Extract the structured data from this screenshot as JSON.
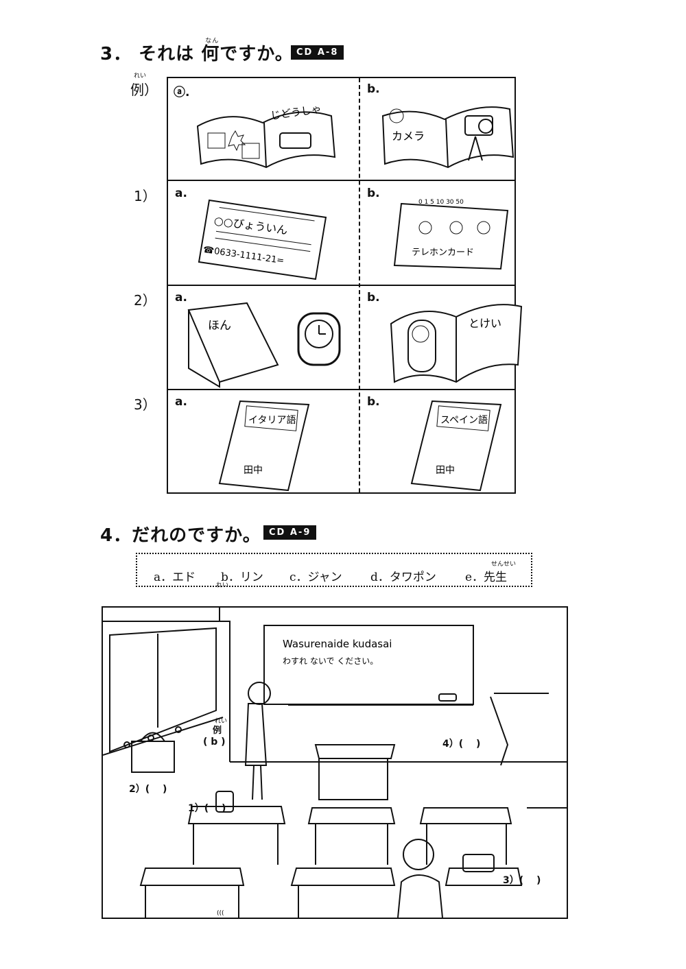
{
  "section3": {
    "number": "3．",
    "title_pre": "それは",
    "title_kanji": "何",
    "title_ruby": "なん",
    "title_post": "ですか。",
    "cd": "CD A-8",
    "rows": [
      {
        "label": "例）",
        "label_ruby": "れい",
        "a": "ⓐ.",
        "b": "b.",
        "a_text": "じどうしゃ",
        "b_text": "カメラ"
      },
      {
        "label": "1）",
        "a": "a.",
        "b": "b.",
        "a_text": "○○びょういん",
        "a_phone": "☎0633-1111-21=",
        "b_scale": "0 1 5 10 30 50",
        "b_text": "テレホンカード"
      },
      {
        "label": "2）",
        "a": "a.",
        "b": "b.",
        "a_text": "ほん",
        "b_text": "とけい"
      },
      {
        "label": "3）",
        "a": "a.",
        "b": "b.",
        "a_text": "イタリア語",
        "a_name": "田中",
        "b_text": "スペイン語",
        "b_name": "田中"
      }
    ]
  },
  "section4": {
    "number": "4．",
    "title": "だれのですか。",
    "cd": "CD A-9",
    "choices": [
      {
        "text": "a．エド"
      },
      {
        "text": "b．リン"
      },
      {
        "text": "c．ジャン"
      },
      {
        "text": "d．タワポン"
      },
      {
        "text": "e．先生",
        "ruby": "せんせい"
      }
    ],
    "scene": {
      "board_line1": "Wasurenaide kudasai",
      "board_line2": "わすれ ないで ください。",
      "example_label": "例",
      "example_ruby": "れい",
      "example_answer": "( b )",
      "q1": "1）(　 )",
      "q2": "2）(　 )",
      "q3": "3）(　 )",
      "q4": "4）(　 )",
      "sound": "((("
    }
  }
}
